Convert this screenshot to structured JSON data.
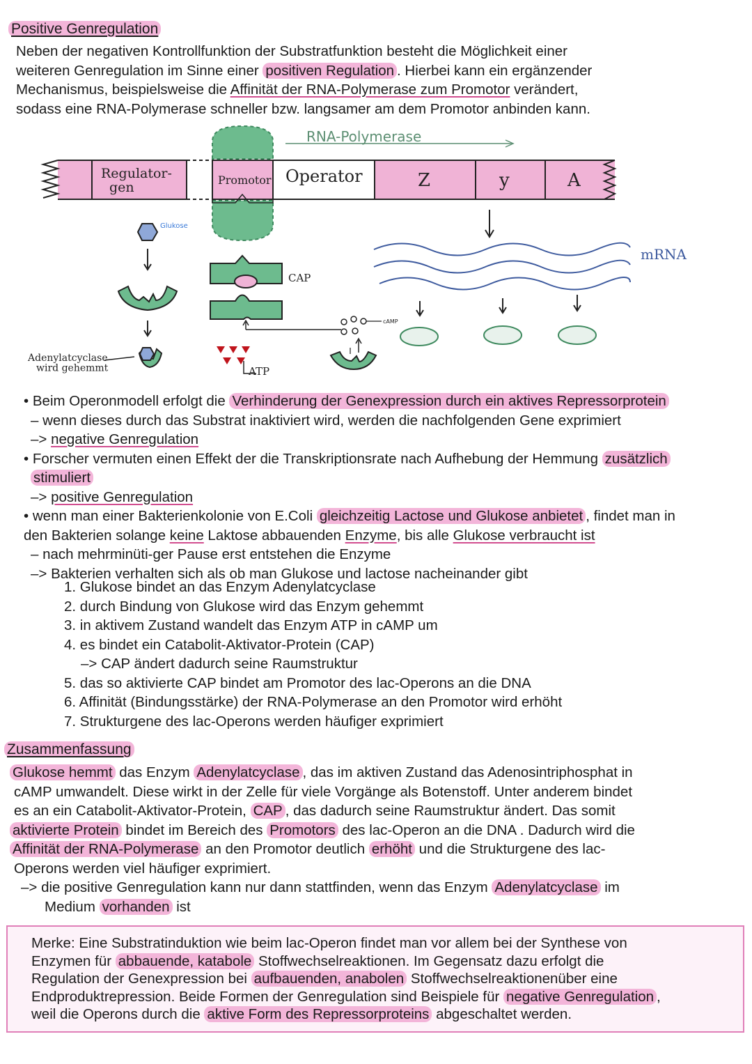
{
  "section1": {
    "title": "Positive Genregulation",
    "intro": [
      "Neben der negativen Kontrollfunktion der Substratfunktion besteht die Möglichkeit einer",
      [
        "weiteren Genregulation im Sinne einer ",
        "positiven Regulation",
        ". Hierbei kann ein ergänzender"
      ],
      [
        "Mechanismus, beispielsweise die ",
        "Affinität der RNA-Polymerase zum Promotor",
        " verändert,"
      ],
      "sodass eine RNA-Polymerase schneller bzw. langsamer am dem Promotor anbinden kann."
    ]
  },
  "diagram": {
    "rna_polymerase_label": "RNA-Polymerase",
    "dna_segments": [
      "Regulator-\ngen",
      "Promotor",
      "Operator",
      "Z",
      "y",
      "A"
    ],
    "glukose_label": "Glukose",
    "cap_label": "CAP",
    "camp_label": "cAMP",
    "atp_label": "ATP",
    "mrna_label": "mRNA",
    "adenylatcyclase_label": "Adenylatcyclase\nwird gehemmt",
    "colors": {
      "pink": "#f0b3d6",
      "green": "#6dbb8e",
      "blue": "#8fa8d8",
      "wave": "#3d5a9e",
      "red": "#c0141c"
    }
  },
  "bullets": [
    [
      "• Beim Operonmodell erfolgt die ",
      "Verhinderung der Genexpression durch ein aktives Repressorprotein"
    ],
    [
      "  – wenn dieses durch das Substrat inaktiviert wird, werden die nachfolgenden Gene exprimiert"
    ],
    [
      "  –> ",
      "negative Genregulation"
    ],
    [
      "• Forscher vermuten einen Effekt der die Transkriptionsrate nach Aufhebung der Hemmung ",
      "zusätzlich"
    ],
    [
      "  ",
      "stimuliert"
    ],
    [
      "  –> ",
      "positive Genregulation"
    ],
    [
      "• wenn man einer Bakterienkolonie von E.Coli ",
      "gleichzeitig Lactose und Glukose anbietet",
      ", findet man in"
    ],
    [
      " den Bakterien solange ",
      "keine",
      " Laktose abbauenden  ",
      "Enzyme",
      ", bis alle ",
      "Glukose verbraucht ist"
    ],
    [
      "  – nach mehrminüti-ger Pause erst entstehen die Enzyme"
    ],
    [
      "  –> Bakterien verhalten sich als ob man Glukose und lactose nacheinander gibt"
    ]
  ],
  "steps": [
    "1. Glukose bindet an das Enzym Adenylatcyclase",
    "2. durch Bindung von Glukose wird das Enzym gehemmt",
    "3. in aktivem Zustand wandelt das Enzym ATP in cAMP um",
    "4. es bindet ein Catabolit-Aktivator-Protein (CAP)",
    "–> CAP ändert dadurch seine Raumstruktur",
    "5. das so aktivierte CAP bindet am Promotor des lac-Operons an die DNA",
    "6. Affinität (Bindungsstärke) der RNA-Polymerase an den Promotor wird erhöht",
    "7. Strukturgene des lac-Operons werden häufiger exprimiert"
  ],
  "section2": {
    "title": "Zusammenfassung",
    "lines": [
      [
        "",
        "Glukose hemmt",
        " das Enzym ",
        "Adenylatcyclase",
        ", das im aktiven Zustand das Adenosintriphosphat in"
      ],
      [
        "cAMP umwandelt. Diese wirkt in der Zelle für viele Vorgänge als Botenstoff. Unter anderem bindet"
      ],
      [
        "es an ein Catabolit-Aktivator-Protein, ",
        "CAP",
        ", das dadurch seine Raumstruktur ändert. Das somit"
      ],
      [
        "",
        "aktivierte Protein",
        " bindet im Bereich des ",
        "Promotors",
        " des lac-Operon an die DNA . Dadurch wird die"
      ],
      [
        "",
        "Affinität der RNA-Polymerase",
        " an den Promotor deutlich ",
        "erhöht",
        " und die Strukturgene des lac-"
      ],
      [
        "Operons werden viel häufiger exprimiert."
      ],
      [
        "  –> die positive Genregulation kann nur dann stattfinden, wenn das Enzym ",
        "Adenylatcyclase",
        " im"
      ],
      [
        "        Medium ",
        "vorhanden",
        " ist"
      ]
    ]
  },
  "merke": {
    "lines": [
      [
        "Merke: Eine Substratinduktion wie beim lac-Operon findet man vor allem bei der Synthese von"
      ],
      [
        "Enzymen für ",
        "abbauende, katabole",
        " Stoffwechselreaktionen. Im Gegensatz dazu erfolgt die"
      ],
      [
        "Regulation der Genexpression bei ",
        "aufbauenden, anabolen",
        " Stoffwechselreaktionenüber eine"
      ],
      [
        "Endproduktrepression. Beide Formen der Genregulation sind Beispiele für ",
        "negative Genregulation",
        ","
      ],
      [
        "weil die Operons durch die ",
        "aktive Form des Repressorproteins",
        " abgeschaltet werden."
      ]
    ]
  }
}
